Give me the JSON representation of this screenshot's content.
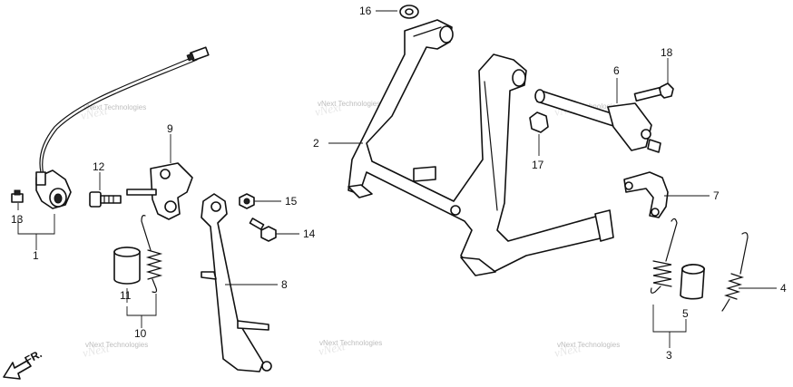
{
  "callouts": [
    "1",
    "2",
    "3",
    "4",
    "5",
    "6",
    "7",
    "8",
    "9",
    "10",
    "11",
    "12",
    "13",
    "14",
    "15",
    "16",
    "17",
    "18"
  ],
  "watermark": "vNext Technologies",
  "direction_label": "FR."
}
